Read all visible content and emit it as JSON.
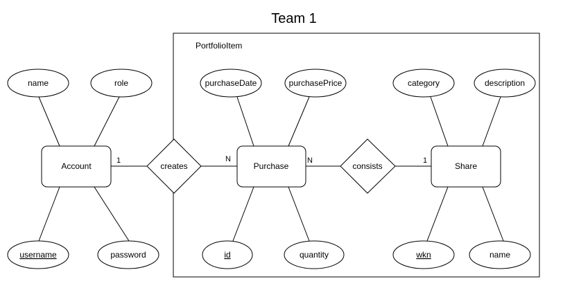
{
  "title": "Team 1",
  "group": {
    "label": "PortfolioItem"
  },
  "entities": {
    "account": "Account",
    "purchase": "Purchase",
    "share": "Share"
  },
  "relationships": {
    "creates": "creates",
    "consists": "consists"
  },
  "attributes": {
    "account_name": {
      "label": "name",
      "key": false
    },
    "account_role": {
      "label": "role",
      "key": false
    },
    "account_username": {
      "label": "username",
      "key": true
    },
    "account_password": {
      "label": "password",
      "key": false
    },
    "purchase_date": {
      "label": "purchaseDate",
      "key": false
    },
    "purchase_price": {
      "label": "purchasePrice",
      "key": false
    },
    "purchase_id": {
      "label": "id",
      "key": true
    },
    "purchase_quantity": {
      "label": "quantity",
      "key": false
    },
    "share_category": {
      "label": "category",
      "key": false
    },
    "share_description": {
      "label": "description",
      "key": false
    },
    "share_wkn": {
      "label": "wkn",
      "key": true
    },
    "share_name": {
      "label": "name",
      "key": false
    }
  },
  "cardinalities": {
    "account_creates": "1",
    "creates_purchase": "N",
    "purchase_consists": "N",
    "consists_share": "1"
  },
  "colors": {
    "stroke": "#000000",
    "fill": "#ffffff",
    "text": "#000000"
  }
}
